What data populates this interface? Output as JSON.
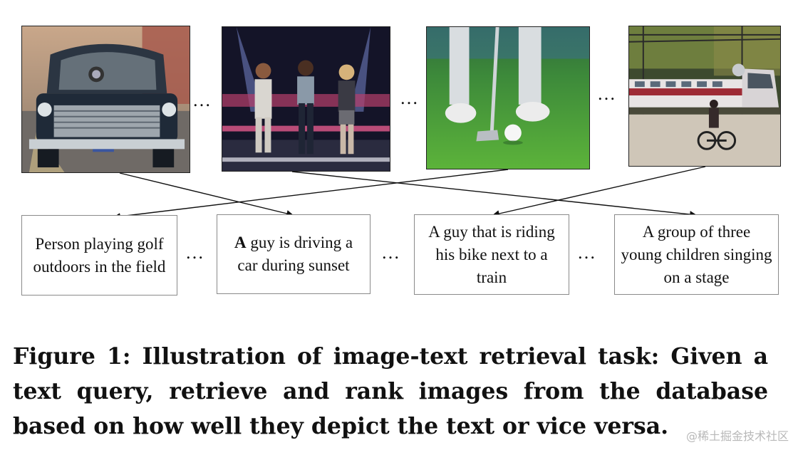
{
  "images": [
    {
      "name": "car-photo-icon",
      "desc": "vintage car on road at sunset"
    },
    {
      "name": "singers-photo-icon",
      "desc": "three children on a stage"
    },
    {
      "name": "golf-photo-icon",
      "desc": "golf club and ball on grass"
    },
    {
      "name": "train-photo-icon",
      "desc": "cyclist next to a train"
    }
  ],
  "ellipsis": "…",
  "captions": [
    {
      "bold": "",
      "text": "Person playing golf outdoors in the field"
    },
    {
      "bold": "A",
      "text": " guy is driving a car during sunset"
    },
    {
      "bold": "",
      "text": "A guy that is riding his bike next to a train"
    },
    {
      "bold": "",
      "text": "A group of three young children singing on a stage"
    }
  ],
  "figure_caption": "Figure 1: Illustration of image-text retrieval task: Given a text query, retrieve and rank images from the database based on how well they depict the text or vice versa.",
  "watermark": "@稀土掘金技术社区"
}
